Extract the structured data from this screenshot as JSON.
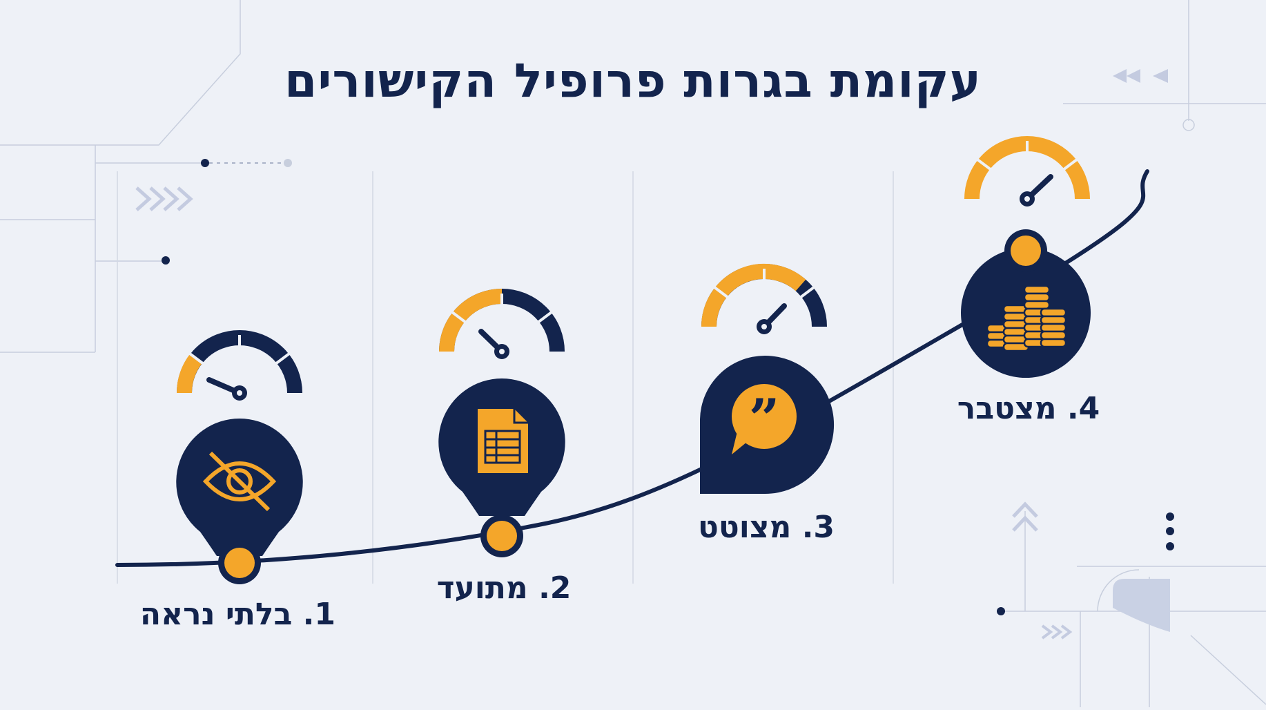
{
  "title": "עקומת בגרות פרופיל הקישורים",
  "colors": {
    "navy": "#13244d",
    "orange": "#f4a62a",
    "background": "#eef1f7",
    "guide": "#c7cedd"
  },
  "stages": [
    {
      "label": "1. בלתי נראה",
      "icon": "eye-slash-icon",
      "gauge_level": 0.12
    },
    {
      "label": "2. מתועד",
      "icon": "spreadsheet-document-icon",
      "gauge_level": 0.3
    },
    {
      "label": "3. מצוטט",
      "icon": "quote-bubble-icon",
      "gauge_level": 0.62
    },
    {
      "label": "4. מצטבר",
      "icon": "coin-stacks-icon",
      "gauge_level": 0.85
    }
  ]
}
